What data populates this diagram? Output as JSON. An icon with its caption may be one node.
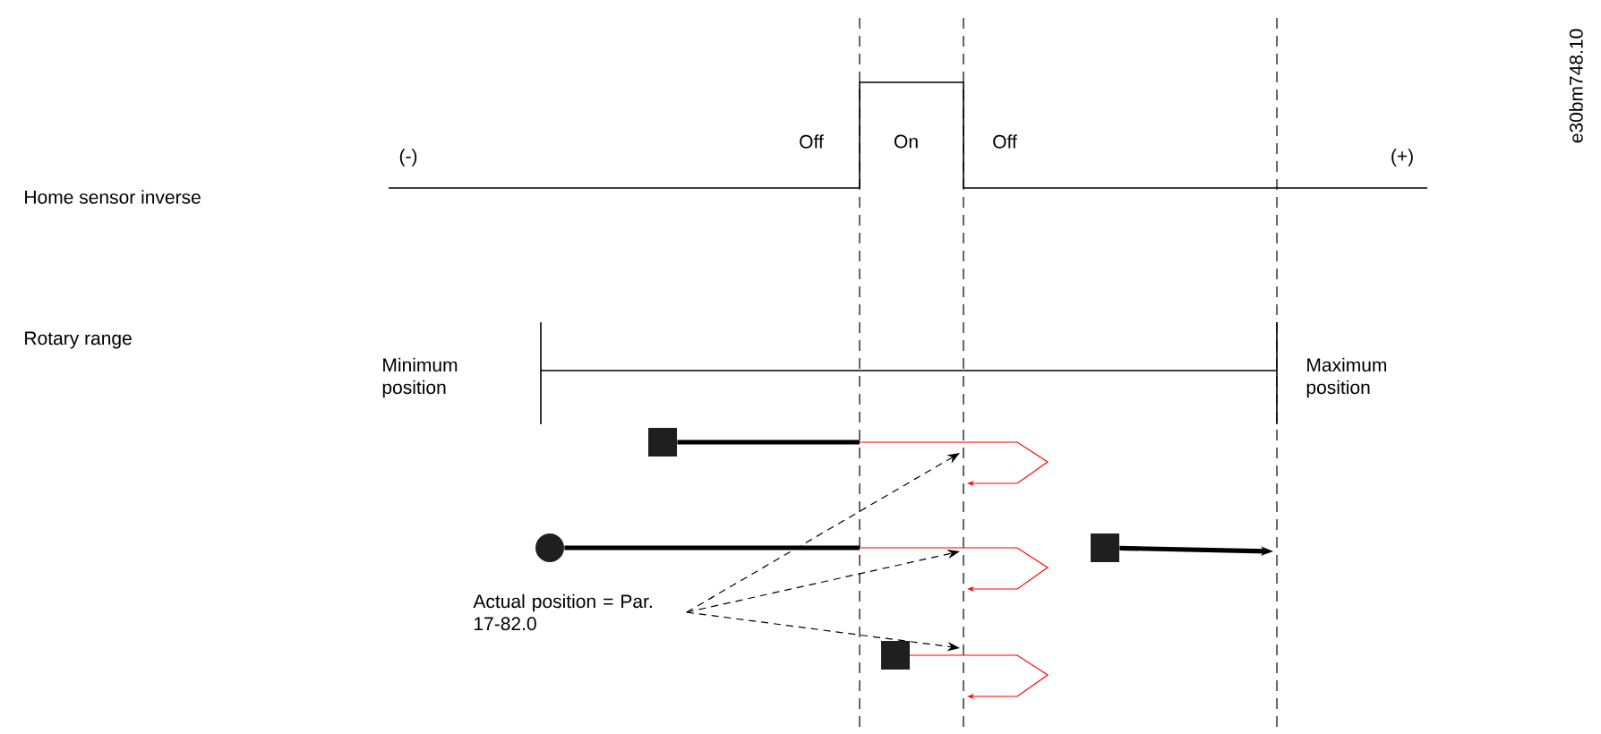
{
  "diagram": {
    "nodes": [
      {
        "text": [
          "Actual position = Par. 17-82.0"
        ]
      },
      {
        "text": [],
        "shape": "box"
      },
      {
        "text": [],
        "shape": "circle"
      },
      {
        "text": [],
        "shape": "box"
      },
      {
        "text": [],
        "shape": "box"
      }
    ],
    "edges": [
      {
        "from": 0,
        "to": null,
        "arrow": "to",
        "style": "dashed"
      },
      {
        "from": 0,
        "to": null,
        "arrow": "to",
        "style": "dashed"
      },
      {
        "from": 0,
        "to": null,
        "arrow": "to",
        "style": "dashed"
      },
      {
        "from": 1,
        "to": null,
        "arrow": "none",
        "style": "thick"
      },
      {
        "from": 2,
        "to": null,
        "arrow": "none",
        "style": "thick"
      },
      {
        "from": 4,
        "to": null,
        "arrow": "to",
        "style": "thick"
      }
    ],
    "labels": [
      "e30bm748.10",
      "Home sensor inverse",
      "(-)",
      "Off",
      "On",
      "Off",
      "(+)",
      "Rotary range",
      "Minimum position",
      "Maximum position"
    ]
  }
}
